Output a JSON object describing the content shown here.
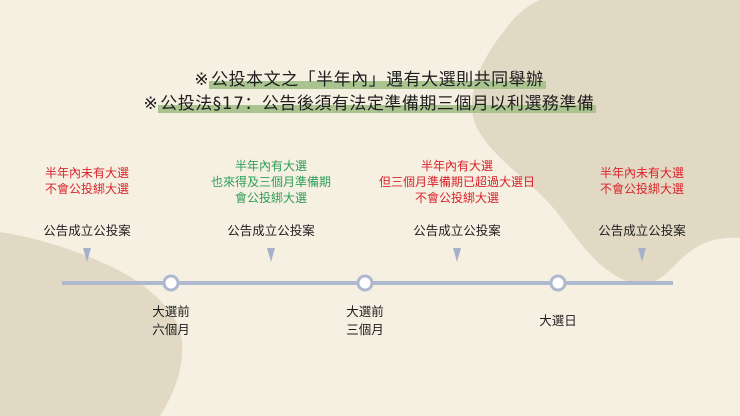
{
  "title": {
    "line1": "※公投本文之「半年內」遇有大選則共同舉辦",
    "line2": "※公投法§17：公告後須有法定準備期三個月以利選務準備"
  },
  "colors": {
    "background": "#f6f0e2",
    "blob": "#e1d9c4",
    "highlight": "#a9c48f",
    "red": "#d9232a",
    "green": "#2e9e58",
    "timeline": "#aeb8cf"
  },
  "scenarios": [
    {
      "condition": [
        "半年內未有大選",
        "不會公投綁大選"
      ],
      "color": "red",
      "announcement": "公告成立公投案"
    },
    {
      "condition": [
        "半年內有大選",
        "也來得及三個月準備期",
        "會公投綁大選"
      ],
      "color": "green",
      "announcement": "公告成立公投案"
    },
    {
      "condition": [
        "半年內有大選",
        "但三個月準備期已超過大選日",
        "不會公投綁大選"
      ],
      "color": "red",
      "announcement": "公告成立公投案"
    },
    {
      "condition": [
        "半年內未有大選",
        "不會公投綁大選"
      ],
      "color": "red",
      "announcement": "公告成立公投案"
    }
  ],
  "timeline": {
    "nodes": [
      {
        "label": [
          "大選前",
          "六個月"
        ]
      },
      {
        "label": [
          "大選前",
          "三個月"
        ]
      },
      {
        "label": [
          "大選日"
        ]
      }
    ]
  }
}
